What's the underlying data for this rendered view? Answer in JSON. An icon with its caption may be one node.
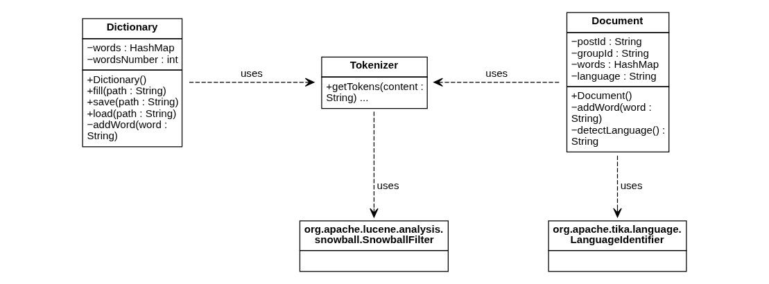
{
  "diagram": {
    "nodes": [
      {
        "text": [
          "Dictionary",
          "−words : HashMap −wordsNumber : int",
          "+Dictionary() +fill(path : String) +save(path : String) +load(path : String) −addWord(word : String)"
        ]
      },
      {
        "text": [
          "Tokenizer",
          "+getTokens(content : String) ..."
        ]
      },
      {
        "text": [
          "Document",
          "−postId : String −groupId : String −words : HashMap −language : String",
          "+Document() −addWord(word : String) −detectLanguage() : String"
        ]
      },
      {
        "text": [
          "org.apache.lucene.analysis. snowball.SnowballFilter"
        ]
      },
      {
        "text": [
          "org.apache.tika.language. LanguageIdentifier"
        ]
      }
    ],
    "edges": [
      {
        "from": 0,
        "to": 1,
        "arrow": "to",
        "label": "uses",
        "style": "dashed"
      },
      {
        "from": 2,
        "to": 1,
        "arrow": "to",
        "label": "uses",
        "style": "dashed"
      },
      {
        "from": 1,
        "to": 3,
        "arrow": "to",
        "label": "uses",
        "style": "dashed"
      },
      {
        "from": 2,
        "to": 4,
        "arrow": "to",
        "label": "uses",
        "style": "dashed"
      }
    ]
  }
}
